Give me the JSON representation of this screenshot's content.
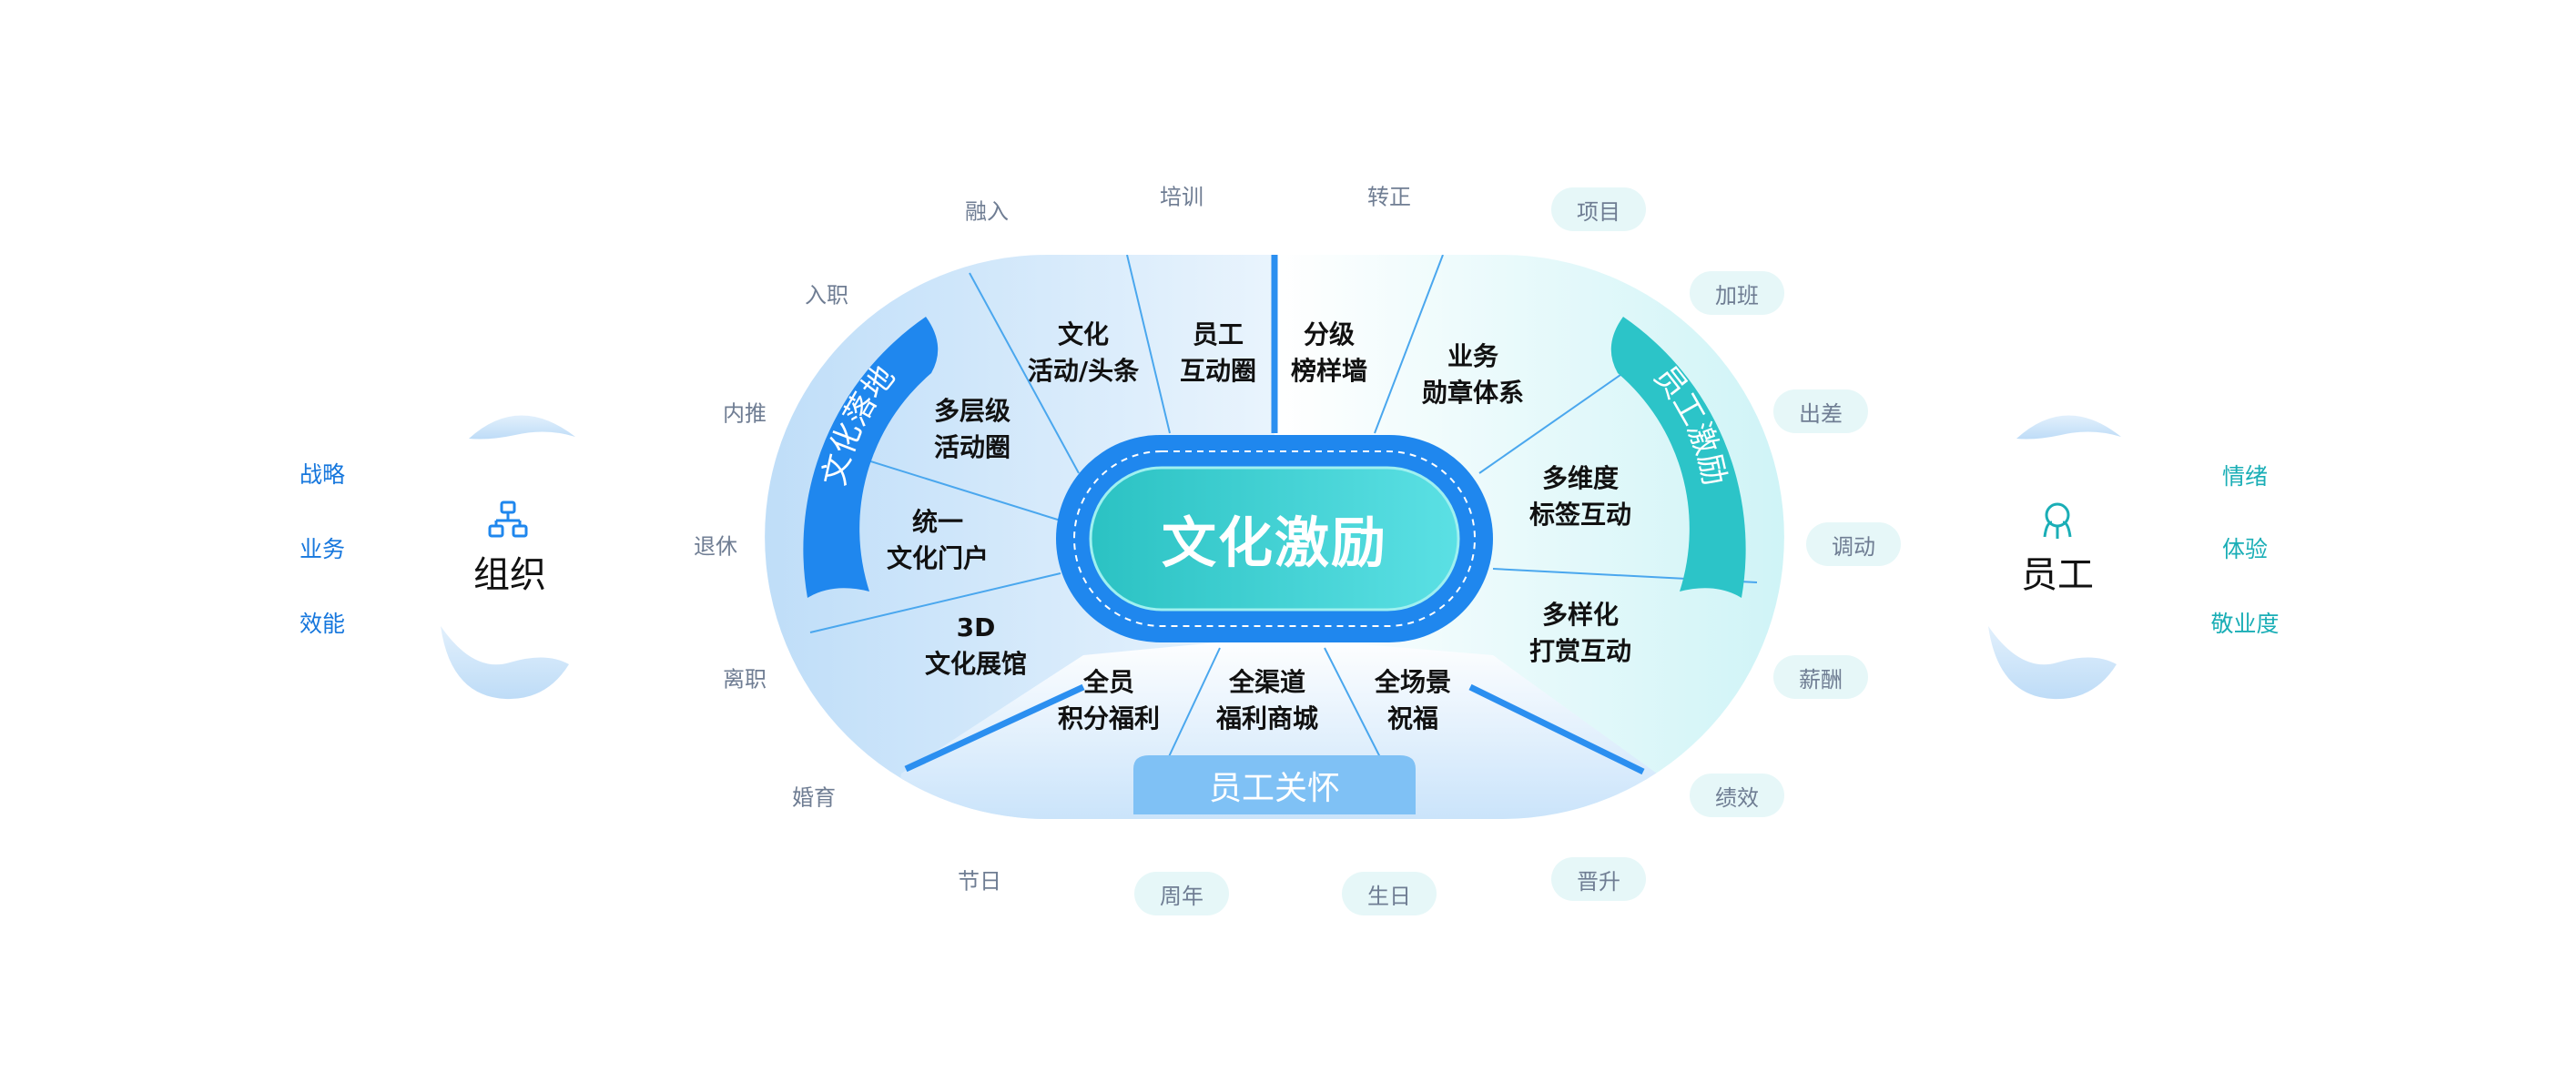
{
  "center": {
    "title": "文化激励"
  },
  "bands": {
    "left": "文化落地",
    "right": "员工激励",
    "bottom": "员工关怀"
  },
  "segments": [
    {
      "lines": [
        "文化",
        "活动/头条"
      ]
    },
    {
      "lines": [
        "员工",
        "互动圈"
      ]
    },
    {
      "lines": [
        "分级",
        "榜样墙"
      ]
    },
    {
      "lines": [
        "业务",
        "勋章体系"
      ]
    },
    {
      "lines": [
        "多层级",
        "活动圈"
      ]
    },
    {
      "lines": [
        "统一",
        "文化门户"
      ]
    },
    {
      "lines": [
        "3D",
        "文化展馆"
      ]
    },
    {
      "lines": [
        "多维度",
        "标签互动"
      ]
    },
    {
      "lines": [
        "多样化",
        "打赏互动"
      ]
    },
    {
      "lines": [
        "全员",
        "积分福利"
      ]
    },
    {
      "lines": [
        "全渠道",
        "福利商城"
      ]
    },
    {
      "lines": [
        "全场景",
        "祝福"
      ]
    }
  ],
  "outer_left": [
    "融入",
    "培训",
    "入职",
    "内推",
    "退休",
    "离职",
    "婚育",
    "节日"
  ],
  "outer_right": [
    "转正",
    "项目",
    "加班",
    "出差",
    "调动",
    "薪酬",
    "绩效",
    "晋升",
    "周年",
    "生日"
  ],
  "organization": {
    "title": "组织",
    "icon": "org-chart-icon",
    "items": [
      "战略",
      "业务",
      "效能"
    ]
  },
  "employee": {
    "title": "员工",
    "icon": "people-icon",
    "items": [
      "情绪",
      "体验",
      "敬业度"
    ]
  },
  "colors": {
    "primary_blue": "#2b8ff0",
    "teal": "#2cc4c8",
    "light_blue": "#7fc1f5",
    "left_text": "#1677dd",
    "right_text": "#1aaeb6"
  }
}
